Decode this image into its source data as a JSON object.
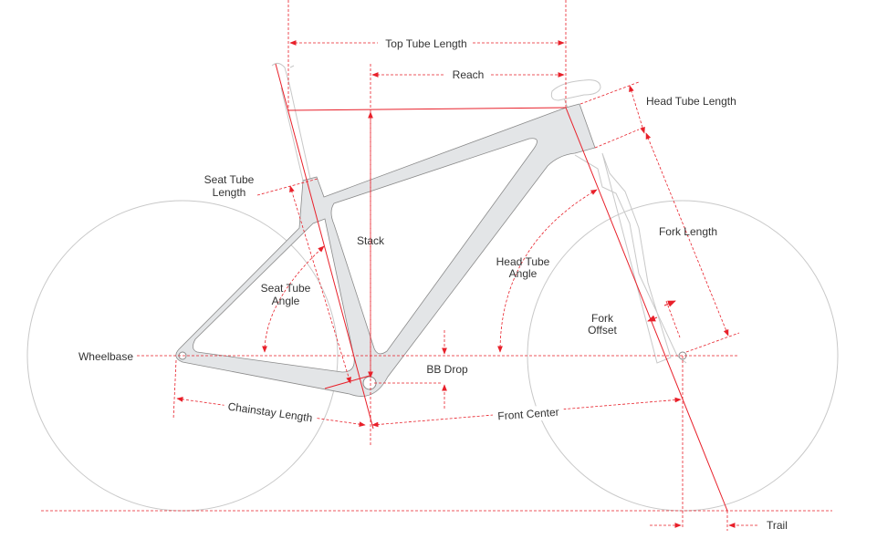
{
  "title": "Bike geometry diagram",
  "labels": {
    "top_tube_length": "Top Tube Length",
    "reach": "Reach",
    "head_tube_length": "Head Tube Length",
    "seat_tube_length_1": "Seat Tube",
    "seat_tube_length_2": "Length",
    "stack": "Stack",
    "fork_length": "Fork Length",
    "head_tube_angle_1": "Head Tube",
    "head_tube_angle_2": "Angle",
    "seat_tube_angle_1": "Seat Tube",
    "seat_tube_angle_2": "Angle",
    "fork_offset_1": "Fork",
    "fork_offset_2": "Offset",
    "wheelbase": "Wheelbase",
    "bb_drop": "BB Drop",
    "chainstay_length": "Chainstay Length",
    "front_center": "Front Center",
    "trail": "Trail"
  },
  "colors": {
    "dimension": "#e8202a",
    "frame_fill": "#e3e5e7",
    "frame_stroke": "#8a8a8a"
  }
}
